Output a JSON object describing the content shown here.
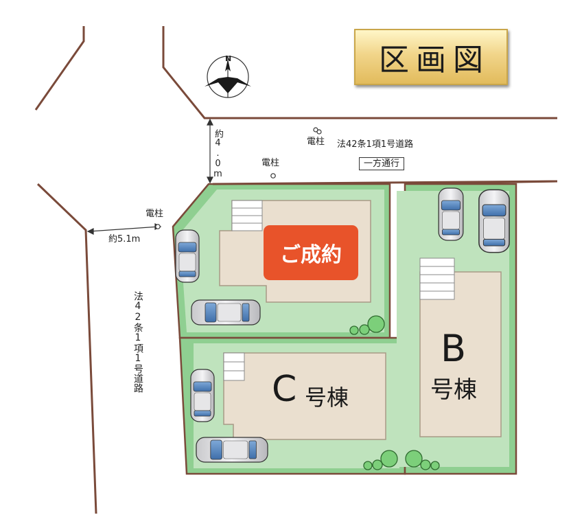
{
  "title": "区画図",
  "compass": {
    "letter": "N"
  },
  "road_north": {
    "name": "法42条1項1号道路",
    "one_way": "一方通行",
    "width_label": "約4.0m"
  },
  "road_west": {
    "name": "法42条1項1号道路",
    "width_label": "約5.1m"
  },
  "utility_poles": {
    "label": "電柱"
  },
  "lots": [
    {
      "id": "A",
      "status_label": "ご成約"
    },
    {
      "id": "B",
      "letter": "B",
      "label": "号棟"
    },
    {
      "id": "C",
      "letter": "C",
      "label": "号棟"
    }
  ],
  "colors": {
    "lot_green": "#8fcf91",
    "building": "#eadfcf",
    "road_line": "#7a4a3a",
    "sold_badge": "#e8532a",
    "title_gold": "#e2bb5c"
  }
}
